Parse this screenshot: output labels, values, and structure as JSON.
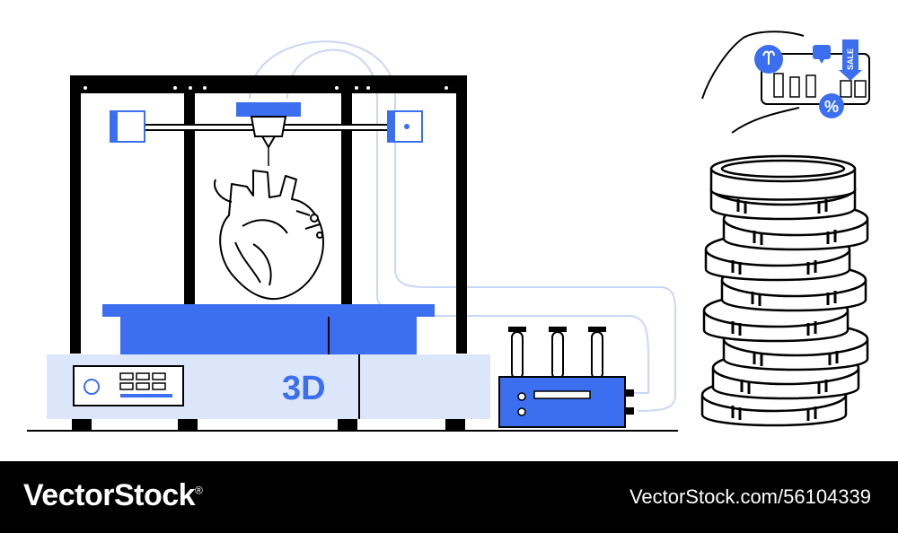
{
  "illustration": {
    "printer_label": "3D",
    "phone_badge": "SALE",
    "discount_symbol": "%",
    "colors": {
      "accent": "#3b6ff0",
      "light": "#dce6fb",
      "line": "#000000",
      "tube": "#c9d7f7"
    },
    "icons": [
      "3d-printer",
      "printed-heart",
      "test-tube-rack",
      "smartphone-shopping",
      "coin-stack"
    ]
  },
  "footer": {
    "brand": "VectorStock",
    "registered_mark": "®",
    "stock_id": "VectorStock.com/56104339"
  }
}
